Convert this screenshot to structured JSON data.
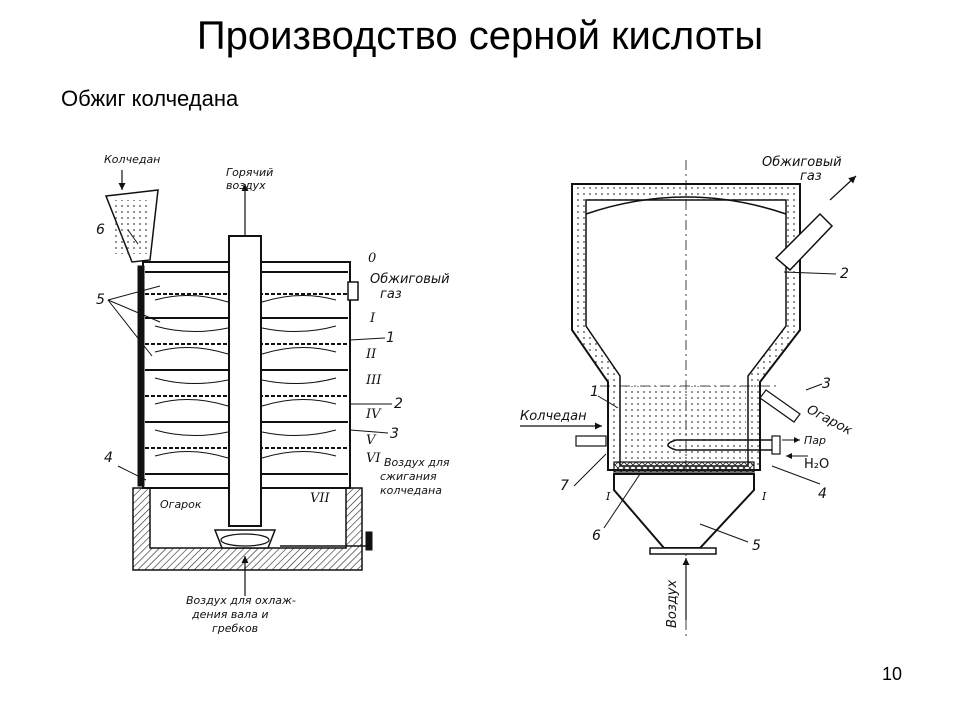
{
  "slide": {
    "title": "Производство серной кислоты",
    "subtitle": "Обжиг колчедана",
    "page_number": "10"
  },
  "left_diagram": {
    "labels": {
      "feed": "Колчедан",
      "hot_air_1": "Горячий",
      "hot_air_2": "воздух",
      "roast_gas_1": "Обжиговый",
      "roast_gas_2": "газ",
      "combustion_air_1": "Воздух для",
      "combustion_air_2": "сжигания",
      "combustion_air_3": "колчедана",
      "cinder": "Огарок",
      "cooling_air_1": "Воздух для охлаж-",
      "cooling_air_2": "дения вала и",
      "cooling_air_3": "гребков"
    },
    "shelf_numerals": [
      "0",
      "I",
      "II",
      "III",
      "IV",
      "V",
      "VI",
      "VII"
    ],
    "part_numbers": {
      "n1": "1",
      "n2": "2",
      "n3": "3",
      "n4": "4",
      "n5": "5",
      "n6": "6"
    }
  },
  "right_diagram": {
    "labels": {
      "roast_gas_1": "Обжиговый",
      "roast_gas_2": "газ",
      "feed": "Колчедан",
      "cinder": "Огарок",
      "steam": "Пар",
      "water": "H₂O",
      "air": "Воздух"
    },
    "part_numbers": {
      "n1": "1",
      "n2": "2",
      "n3": "3",
      "n4": "4",
      "n5": "5",
      "n6": "6",
      "n7": "7"
    },
    "section_marks": {
      "left": "I",
      "right": "I"
    }
  }
}
